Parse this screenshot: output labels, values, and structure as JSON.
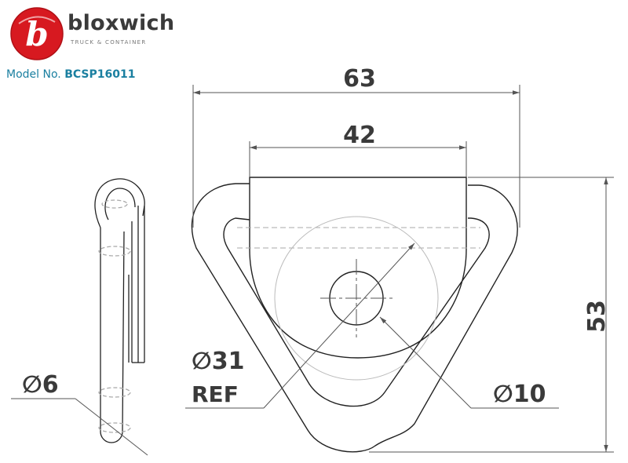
{
  "brand": {
    "name": "bloxwich",
    "tagline": "TRUCK & CONTAINER",
    "logo_letter": "b",
    "colors": {
      "logo_red": "#d71920",
      "model_blue": "#1a7fa0",
      "text_gray": "#3a3a3a"
    }
  },
  "model": {
    "label": "Model No.",
    "number": "BCSP16011"
  },
  "dimensions": {
    "overall_width": "63",
    "plate_width": "42",
    "height": "53",
    "pad_diameter": "∅31",
    "pad_ref": "REF",
    "hole_diameter": "∅10",
    "wire_diameter": "∅6"
  }
}
